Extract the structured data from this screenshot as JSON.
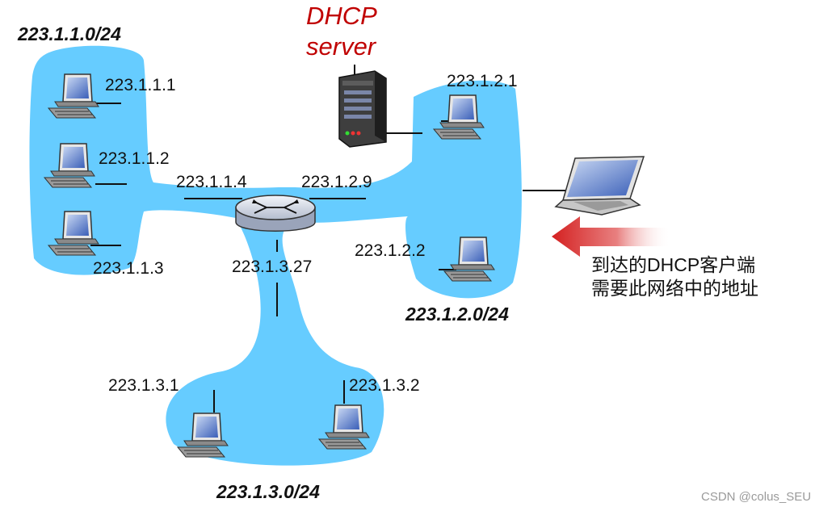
{
  "dhcp_server": {
    "title_line1": "DHCP",
    "title_line2": "server",
    "icon": "server-tower-icon"
  },
  "subnets": {
    "a": {
      "label": "223.1.1.0/24",
      "hosts": [
        "223.1.1.1",
        "223.1.1.2",
        "223.1.1.3"
      ],
      "router_port": "223.1.1.4"
    },
    "b": {
      "label": "223.1.2.0/24",
      "hosts": [
        "223.1.2.1",
        "223.1.2.2"
      ],
      "router_port": "223.1.2.9"
    },
    "c": {
      "label": "223.1.3.0/24",
      "hosts": [
        "223.1.3.1",
        "223.1.3.2"
      ],
      "router_port": "223.1.3.27"
    }
  },
  "client": {
    "icon": "laptop-icon",
    "note_line1": "到达的DHCP客户端",
    "note_line2": "需要此网络中的地址"
  },
  "icons": {
    "router": "router-icon",
    "host": "desktop-computer-icon",
    "arrow": "arrow-left-icon"
  },
  "colors": {
    "subnet_fill": "#66ccff",
    "server_title": "#c00000",
    "arrow": "#d42020"
  },
  "watermark": "CSDN @colus_SEU"
}
